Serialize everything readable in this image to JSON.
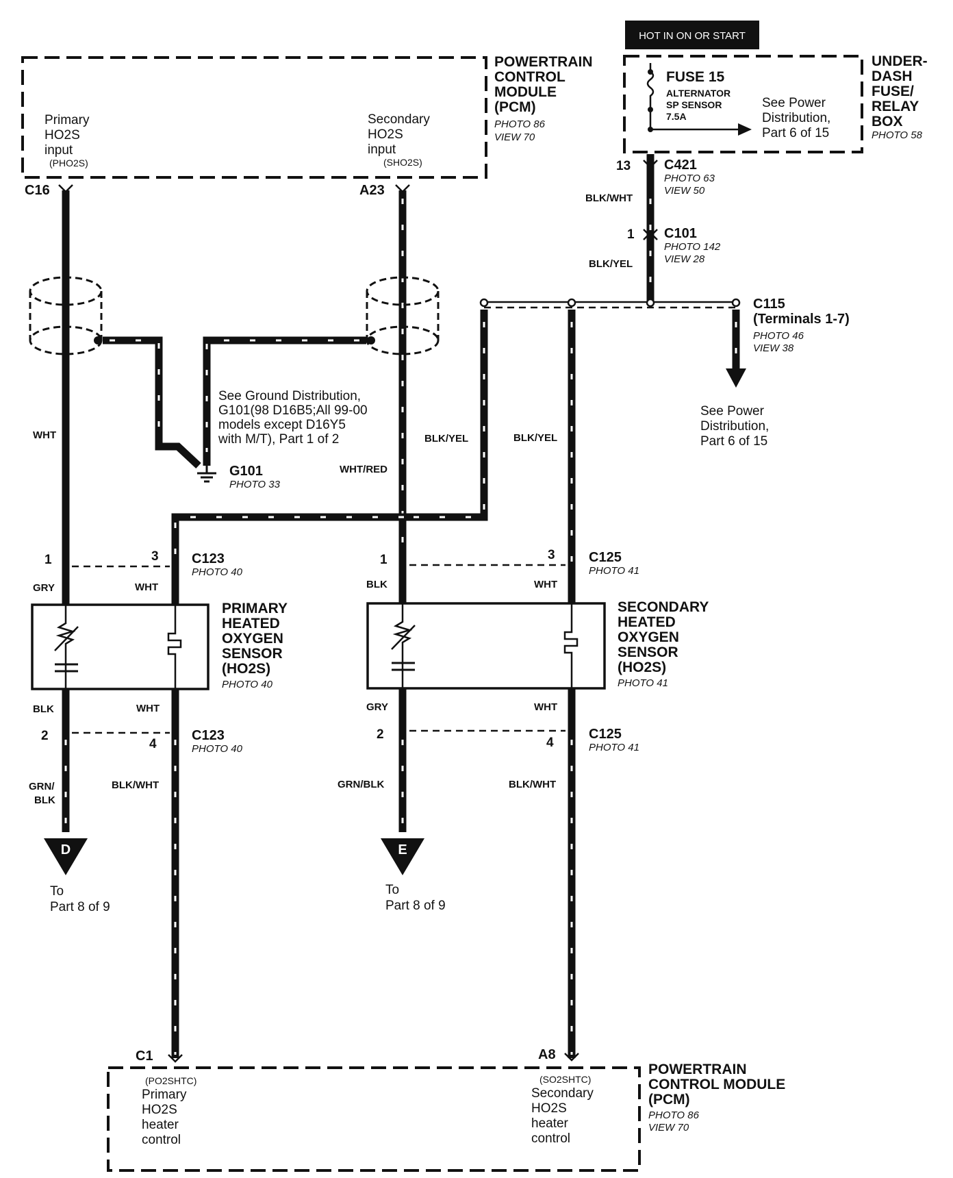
{
  "hot_label": "HOT IN ON OR START",
  "pcm_top": {
    "title_lines": [
      "POWERTRAIN",
      "CONTROL",
      "MODULE",
      "(PCM)"
    ],
    "photo": "PHOTO 86",
    "view": "VIEW 70",
    "primary_input": {
      "lines": [
        "Primary",
        "HO2S",
        "input"
      ],
      "code": "(PHO2S)"
    },
    "secondary_input": {
      "lines": [
        "Secondary",
        "HO2S",
        "input"
      ],
      "code": "(SHO2S)"
    }
  },
  "fuse_box": {
    "fuse": "FUSE 15",
    "fuse_desc": [
      "ALTERNATOR",
      "SP SENSOR",
      "7.5A"
    ],
    "see": [
      "See Power",
      "Distribution,",
      "Part 6 of 15"
    ],
    "title_lines": [
      "UNDER-",
      "DASH",
      "FUSE/",
      "RELAY",
      "BOX"
    ],
    "photo": "PHOTO 58"
  },
  "connectors": {
    "c421": {
      "pin": "13",
      "name": "C421",
      "photo": "PHOTO 63",
      "view": "VIEW 50"
    },
    "c101": {
      "pin": "1",
      "name": "C101",
      "photo": "PHOTO 142",
      "view": "VIEW 28"
    },
    "c115": {
      "name": "C115",
      "terminals": "(Terminals 1-7)",
      "photo": "PHOTO 46",
      "view": "VIEW 38"
    },
    "c123_top": {
      "pin_left": "1",
      "pin_right": "3",
      "name": "C123",
      "photo": "PHOTO 40"
    },
    "c125_top": {
      "pin_left": "1",
      "pin_right": "3",
      "name": "C125",
      "photo": "PHOTO 41"
    },
    "c123_bot": {
      "pin_left": "2",
      "pin_right": "4",
      "name": "C123",
      "photo": "PHOTO 40"
    },
    "c125_bot": {
      "pin_left": "2",
      "pin_right": "4",
      "name": "C125",
      "photo": "PHOTO 41"
    }
  },
  "pins": {
    "c16": "C16",
    "a23": "A23",
    "c1": "C1",
    "a8": "A8"
  },
  "wires": {
    "blk_wht": "BLK/WHT",
    "blk_yel": "BLK/YEL",
    "wht": "WHT",
    "wht_red": "WHT/RED",
    "blk_yel_a": "BLK/YEL",
    "blk_yel_b": "BLK/YEL",
    "gry": "GRY",
    "wht_a": "WHT",
    "blk": "BLK",
    "wht_b": "WHT",
    "blk_p": "BLK",
    "wht_c": "WHT",
    "gry_s": "GRY",
    "wht_d": "WHT",
    "grn_blk_1": "GRN/",
    "grn_blk_2": "BLK",
    "blk_wht_a": "BLK/WHT",
    "grn_blk_s": "GRN/BLK",
    "blk_wht_b": "BLK/WHT"
  },
  "ground": {
    "see": [
      "See Ground Distribution,",
      "G101(98 D16B5;All 99-00",
      "models except D16Y5",
      "with M/T), Part 1 of 2"
    ],
    "name": "G101",
    "photo": "PHOTO 33"
  },
  "see_power_2": [
    "See Power",
    "Distribution,",
    "Part 6 of 15"
  ],
  "primary_sensor": {
    "lines": [
      "PRIMARY",
      "HEATED",
      "OXYGEN",
      "SENSOR",
      "(HO2S)"
    ],
    "photo": "PHOTO 40"
  },
  "secondary_sensor": {
    "lines": [
      "SECONDARY",
      "HEATED",
      "OXYGEN",
      "SENSOR",
      "(HO2S)"
    ],
    "photo": "PHOTO 41"
  },
  "offpage_d": {
    "letter": "D",
    "lines": [
      "To",
      "Part 8 of 9"
    ]
  },
  "offpage_e": {
    "letter": "E",
    "lines": [
      "To",
      "Part 8 of 9"
    ]
  },
  "pcm_bottom": {
    "title_lines": [
      "POWERTRAIN",
      "CONTROL MODULE",
      "(PCM)"
    ],
    "photo": "PHOTO 86",
    "view": "VIEW 70",
    "primary_ctrl": {
      "code": "(PO2SHTC)",
      "lines": [
        "Primary",
        "HO2S",
        "heater",
        "control"
      ]
    },
    "secondary_ctrl": {
      "code": "(SO2SHTC)",
      "lines": [
        "Secondary",
        "HO2S",
        "heater",
        "control"
      ]
    }
  }
}
